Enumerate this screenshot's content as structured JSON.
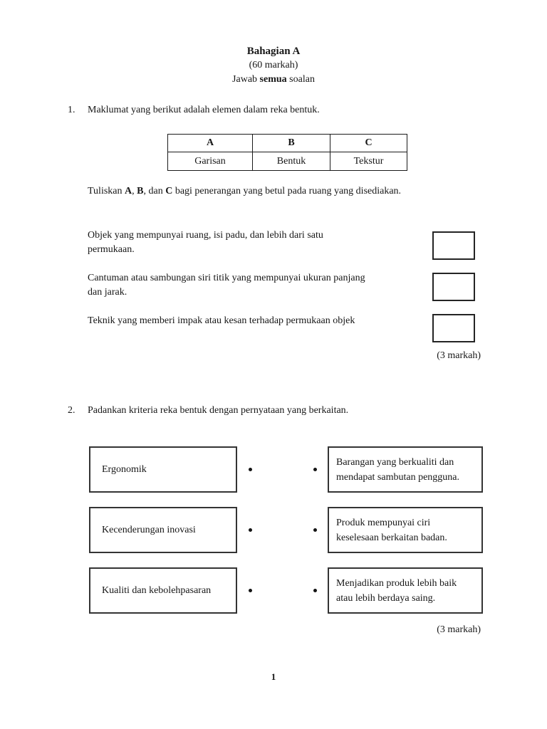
{
  "header": {
    "title": "Bahagian A",
    "marks": "(60 markah)",
    "answer_parts": [
      "Jawab ",
      "semua",
      " soalan"
    ]
  },
  "q1": {
    "number": "1.",
    "text": "Maklumat yang berikut adalah elemen dalam reka bentuk.",
    "table": {
      "headers": [
        "A",
        "B",
        "C"
      ],
      "values": [
        "Garisan",
        "Bentuk",
        "Tekstur"
      ]
    },
    "write_instruction_parts": [
      "Tuliskan ",
      "A",
      ", ",
      "B",
      ", dan ",
      "C",
      " bagi penerangan yang betul pada ruang yang disediakan."
    ],
    "statements": [
      {
        "lines": [
          "Objek yang mempunyai ruang, isi padu, dan lebih dari satu",
          "permukaan."
        ]
      },
      {
        "lines": [
          "Cantuman atau sambungan siri titik yang mempunyai ukuran panjang",
          "dan jarak."
        ]
      },
      {
        "lines": [
          "Teknik yang memberi impak atau kesan terhadap permukaan objek"
        ]
      }
    ],
    "marks": "(3 markah)"
  },
  "q2": {
    "number": "2.",
    "text": "Padankan kriteria reka bentuk dengan pernyataan yang berkaitan.",
    "pairs": [
      {
        "left": "Ergonomik",
        "right_lines": [
          "Barangan yang berkualiti dan",
          "mendapat sambutan pengguna."
        ]
      },
      {
        "left": "Kecenderungan inovasi",
        "right_lines": [
          "Produk mempunyai ciri",
          "keselesaan berkaitan badan."
        ]
      },
      {
        "left": "Kualiti dan kebolehpasaran",
        "right_lines": [
          "Menjadikan produk lebih baik",
          "atau lebih berdaya saing."
        ]
      }
    ],
    "marks": "(3 markah)"
  },
  "footer": {
    "page_number": "1"
  }
}
